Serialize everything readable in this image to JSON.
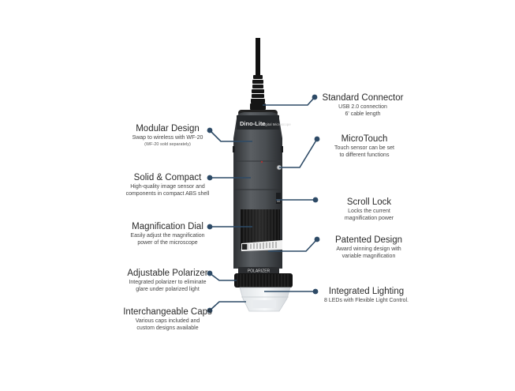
{
  "device": {
    "brand": "Dino-Lite",
    "model_text": "Digital Microscope",
    "polarizer_text": "POLARIZER"
  },
  "features_left": [
    {
      "title": "Modular Design",
      "lines": [
        "Swap to wireless with WF-20"
      ],
      "note": "(WF-20 sold separately)"
    },
    {
      "title": "Solid & Compact",
      "lines": [
        "High-quality image sensor and",
        "components in compact ABS shell"
      ]
    },
    {
      "title": "Magnification Dial",
      "lines": [
        "Easily adjust the magnification",
        "power of the microscope"
      ]
    },
    {
      "title": "Adjustable Polarizer",
      "lines": [
        "Integrated polarizer to eliminate",
        "glare under polarized light"
      ]
    },
    {
      "title": "Interchangeable Caps",
      "lines": [
        "Various caps included and",
        "custom designs available"
      ]
    }
  ],
  "features_right": [
    {
      "title": "Standard Connector",
      "lines": [
        "USB 2.0 connection",
        "6' cable length"
      ]
    },
    {
      "title": "MicroTouch",
      "lines": [
        "Touch sensor can be set",
        "to different functions"
      ]
    },
    {
      "title": "Scroll Lock",
      "lines": [
        "Locks the current",
        "magnification power"
      ]
    },
    {
      "title": "Patented Design",
      "lines": [
        "Award winning design with",
        "variable magnification"
      ]
    },
    {
      "title": "Integrated Lighting",
      "lines": [
        "8 LEDs with Flexible Light Control."
      ]
    }
  ],
  "colors": {
    "callout_line": "#2d4a66",
    "body_dark": "#3a3d40",
    "body_mid": "#55595d",
    "text": "#2a2a2a"
  }
}
